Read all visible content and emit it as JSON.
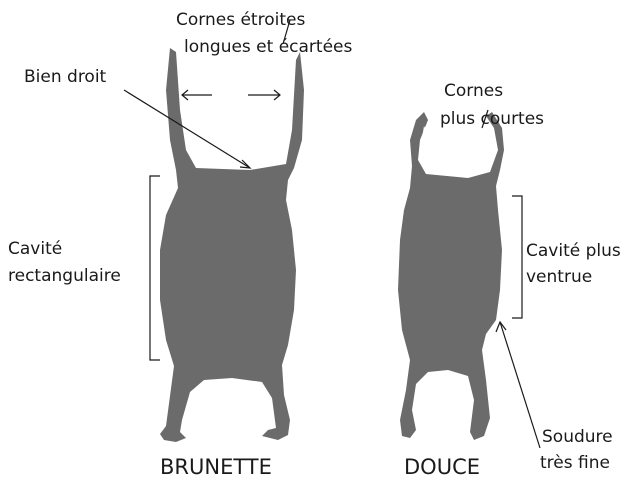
{
  "colors": {
    "shape_fill": "#6b6b6b",
    "ink": "#1a1a1a",
    "background": "#ffffff"
  },
  "labels": {
    "cornes_etroites_line1": "Cornes étroites",
    "cornes_etroites_line2": "longues et  écartées",
    "bien_droit": "Bien droit",
    "cavite_rect_line1": "Cavité",
    "cavite_rect_line2": "rectangulaire",
    "cornes_courtes_line1": "Cornes",
    "cornes_courtes_line2": "plus courtes",
    "cavite_ventrue_line1": "Cavité plus",
    "cavite_ventrue_line2": "ventrue",
    "soudure_line1": "Soudure",
    "soudure_line2": "très fine"
  },
  "captions": {
    "left": "BRUNETTE",
    "right": "DOUCE"
  }
}
